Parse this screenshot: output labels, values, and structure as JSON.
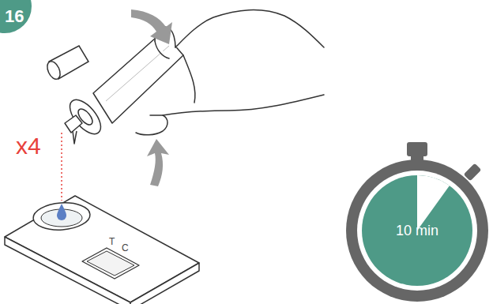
{
  "diagram": {
    "labels": [
      "16",
      "x4",
      "T",
      "C",
      "10 min"
    ]
  }
}
